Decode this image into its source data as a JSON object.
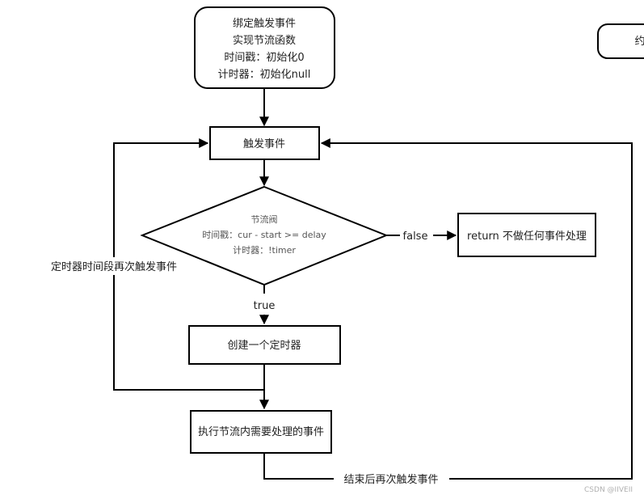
{
  "start": {
    "lines": [
      "绑定触发事件",
      "实现节流函数",
      "时间戳：初始化0",
      "计时器：初始化null"
    ]
  },
  "trigger": {
    "label": "触发事件"
  },
  "decision": {
    "lines": [
      "节流阀",
      "时间戳：cur - start >= delay",
      "计时器：!timer"
    ]
  },
  "false_edge": {
    "label": "false"
  },
  "return_box": {
    "label": "return 不做任何事件处理"
  },
  "true_edge": {
    "label": "true"
  },
  "create_timer": {
    "label": "创建一个定时器"
  },
  "execute": {
    "label": "执行节流内需要处理的事件"
  },
  "left_loop": {
    "label": "定时器时间段再次触发事件"
  },
  "bottom_loop": {
    "label": "结束后再次触发事件"
  },
  "offscreen_box": {
    "label": "约"
  },
  "watermark": {
    "text": "CSDN @IIVEII"
  }
}
